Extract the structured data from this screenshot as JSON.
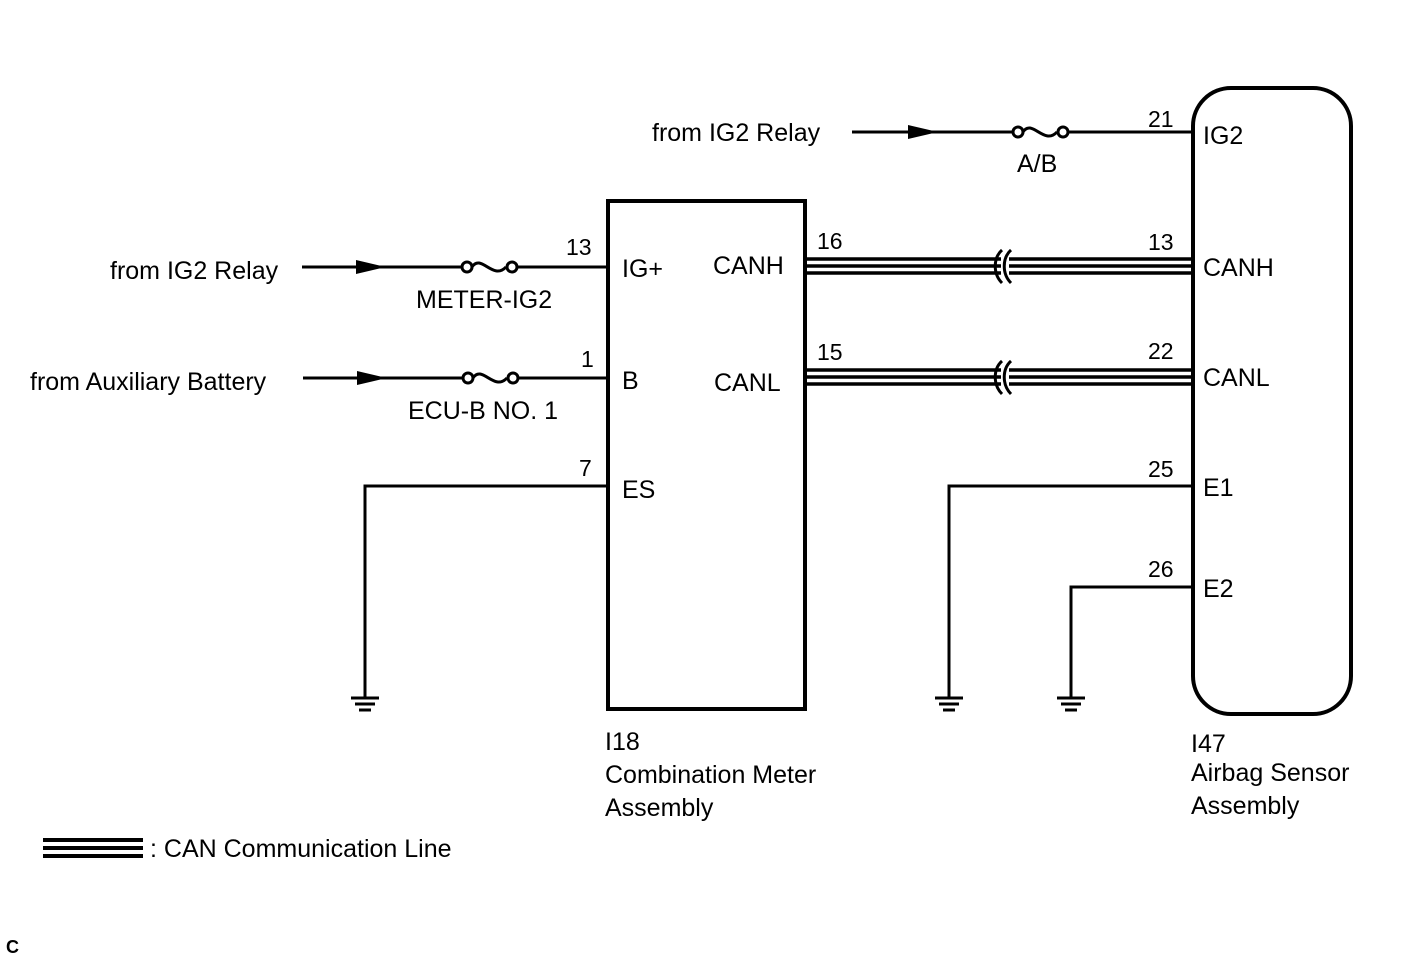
{
  "sources": {
    "ig2_relay_top": "from IG2 Relay",
    "ig2_relay_meter": "from IG2 Relay",
    "aux_battery": "from Auxiliary Battery"
  },
  "fuses": {
    "ab": "A/B",
    "meter_ig2": "METER-IG2",
    "ecu_b": "ECU-B NO. 1"
  },
  "combination_meter": {
    "code": "I18",
    "name_line1": "Combination Meter",
    "name_line2": "Assembly",
    "pins": {
      "ig_plus": {
        "num": "13",
        "label": "IG+"
      },
      "b": {
        "num": "1",
        "label": "B"
      },
      "es": {
        "num": "7",
        "label": "ES"
      },
      "canh": {
        "num": "16",
        "label": "CANH"
      },
      "canl": {
        "num": "15",
        "label": "CANL"
      }
    }
  },
  "airbag_sensor": {
    "code": "I47",
    "name_line1": "Airbag Sensor",
    "name_line2": "Assembly",
    "pins": {
      "ig2": {
        "num": "21",
        "label": "IG2"
      },
      "canh": {
        "num": "13",
        "label": "CANH"
      },
      "canl": {
        "num": "22",
        "label": "CANL"
      },
      "e1": {
        "num": "25",
        "label": "E1"
      },
      "e2": {
        "num": "26",
        "label": "E2"
      }
    }
  },
  "legend": {
    "can_line": ": CAN Communication Line"
  },
  "corner_mark": "C"
}
